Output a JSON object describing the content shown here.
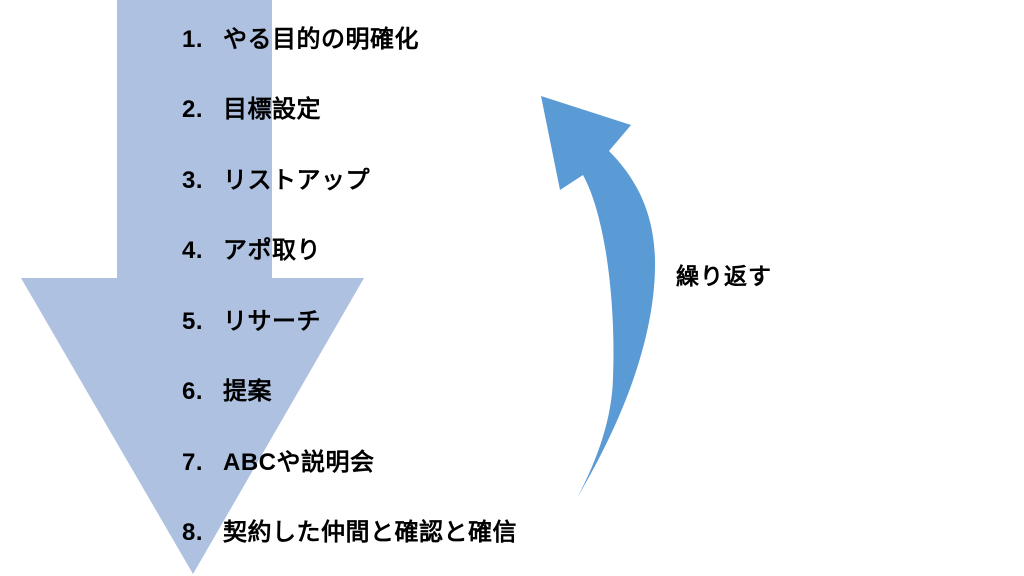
{
  "diagram": {
    "steps": [
      {
        "num": "1.",
        "label": "やる目的の明確化"
      },
      {
        "num": "2.",
        "label": "目標設定"
      },
      {
        "num": "3.",
        "label": "リストアップ"
      },
      {
        "num": "4.",
        "label": "アポ取り"
      },
      {
        "num": "5.",
        "label": "リサーチ"
      },
      {
        "num": "6.",
        "label": "提案"
      },
      {
        "num": "7.",
        "label": "ABCや説明会"
      },
      {
        "num": "8.",
        "label": "契約した仲間と確認と確信"
      }
    ],
    "repeat_label": "繰り返す",
    "icons": {
      "down_arrow": "big-down-arrow",
      "repeat_arrow": "curved-up-arrow"
    },
    "colors": {
      "down_arrow_fill": "#AEC1E0",
      "repeat_arrow_fill": "#5B9BD5",
      "text": "#000000",
      "background": "#FFFFFF"
    }
  }
}
